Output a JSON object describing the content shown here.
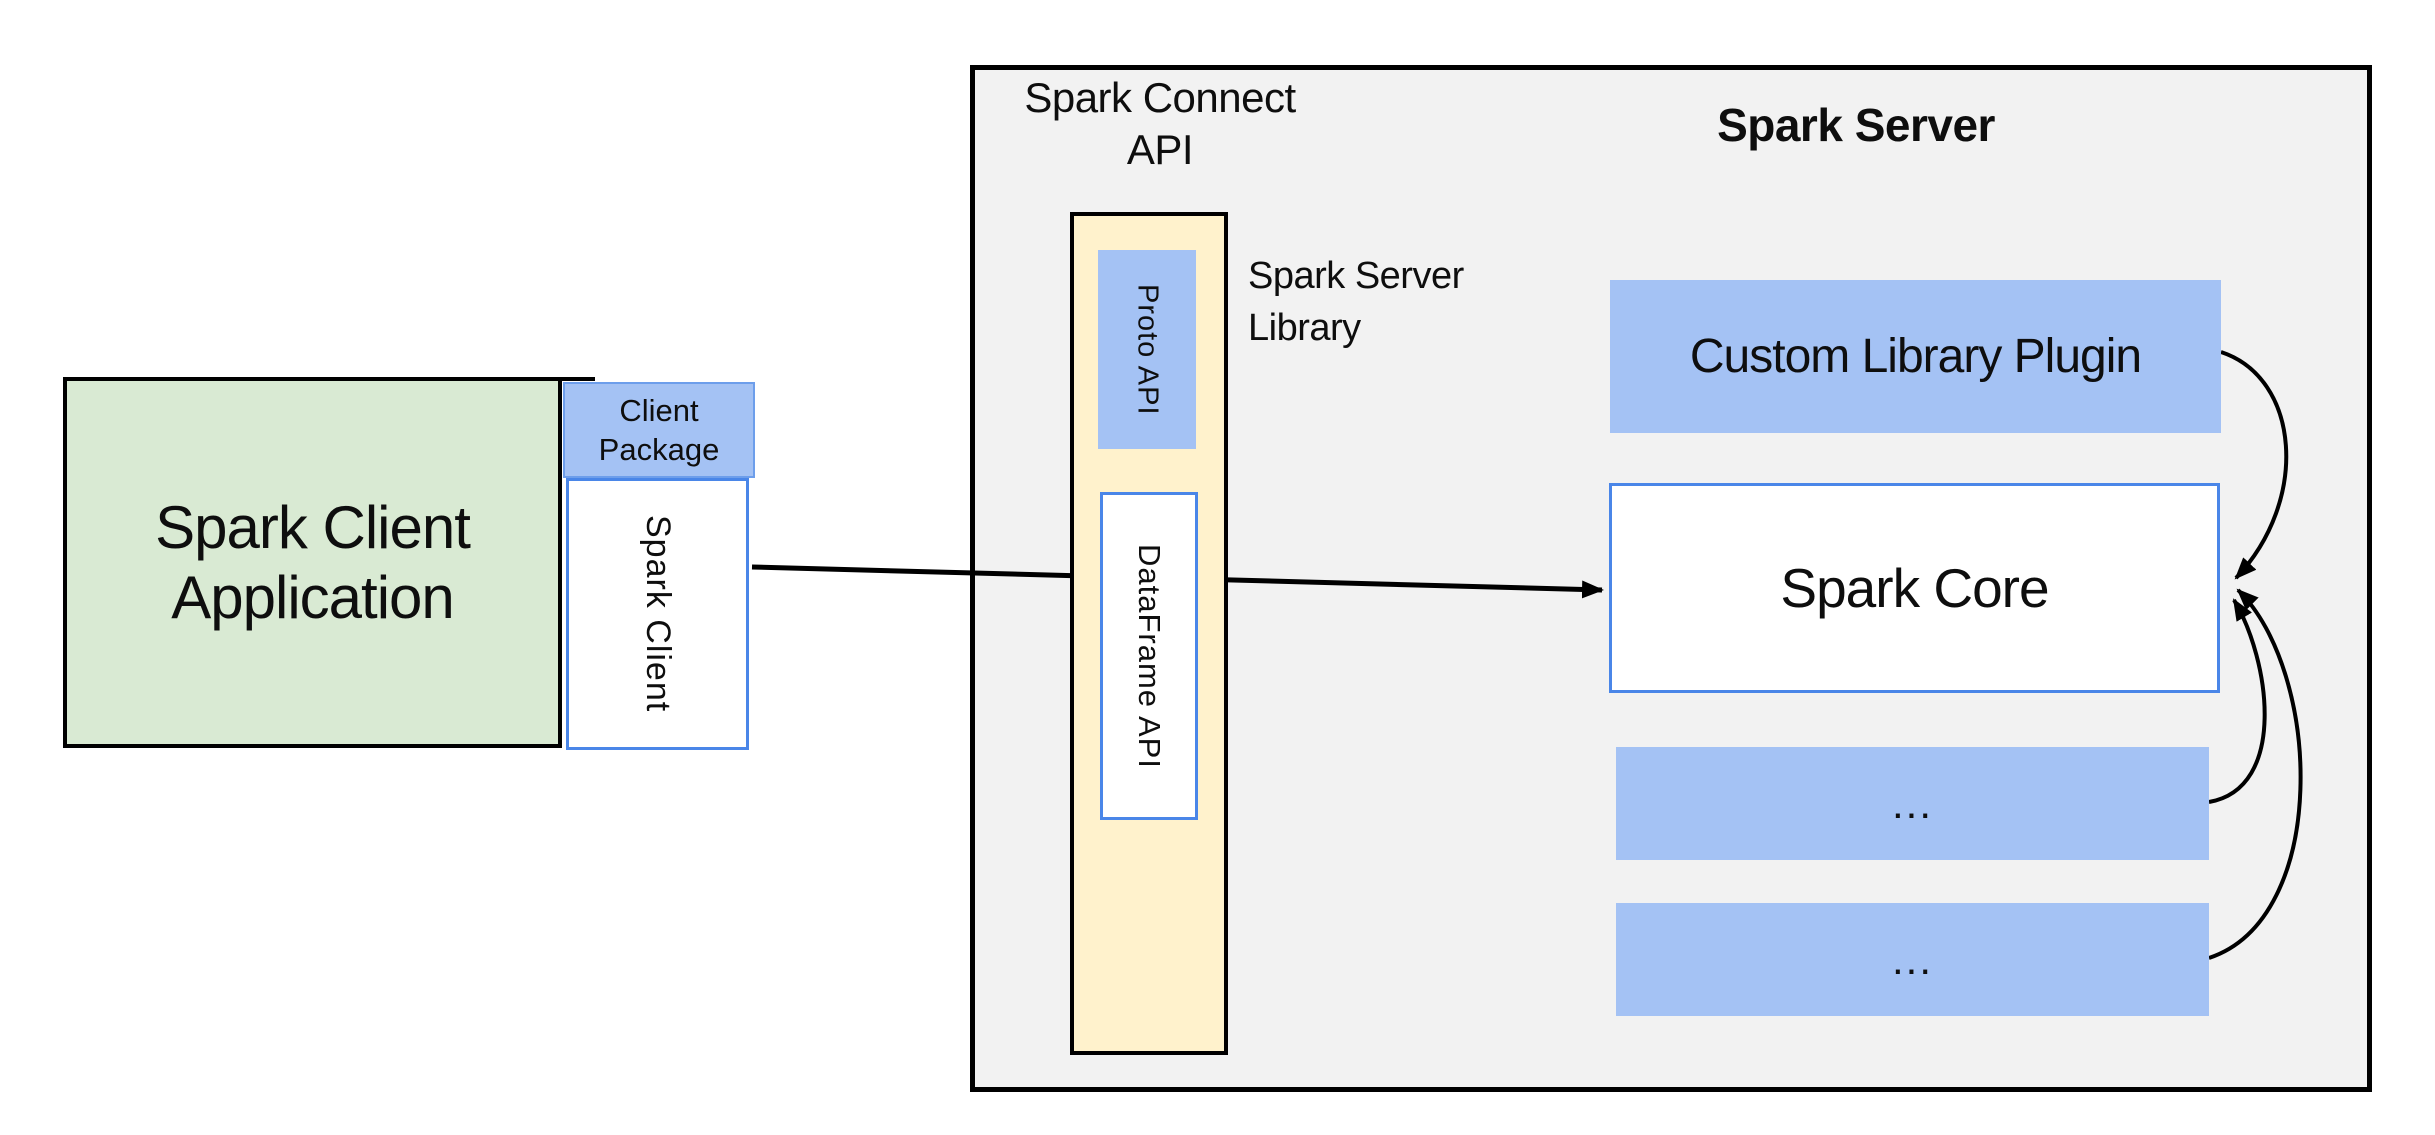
{
  "colors": {
    "green_fill": "#d9ead3",
    "blue_fill": "#a4c2f4",
    "yellow_fill": "#fff2cc",
    "gray_fill": "#f2f2f2",
    "white_fill": "#ffffff",
    "white_box_border": "#4a86e8",
    "package_border": "#6d9eeb",
    "outline": "#000000",
    "text": "#0e0e0e"
  },
  "client_application": {
    "lines": [
      "Spark Client",
      "Application"
    ]
  },
  "client_package": {
    "lines": [
      "Client",
      "Package"
    ]
  },
  "spark_client": {
    "label": "Spark Client"
  },
  "spark_connect_api": {
    "lines": [
      "Spark Connect",
      "API"
    ]
  },
  "spark_server": {
    "title": "Spark Server"
  },
  "spark_server_library": {
    "lines": [
      "Spark Server",
      "Library"
    ]
  },
  "proto_api": {
    "label": "Proto  API"
  },
  "dataframe_api": {
    "label": "DataFrame API"
  },
  "custom_library_plugin": {
    "label": "Custom Library Plugin"
  },
  "spark_core": {
    "label": "Spark Core"
  },
  "plugin_slot_1": {
    "label": "..."
  },
  "plugin_slot_2": {
    "label": "..."
  }
}
